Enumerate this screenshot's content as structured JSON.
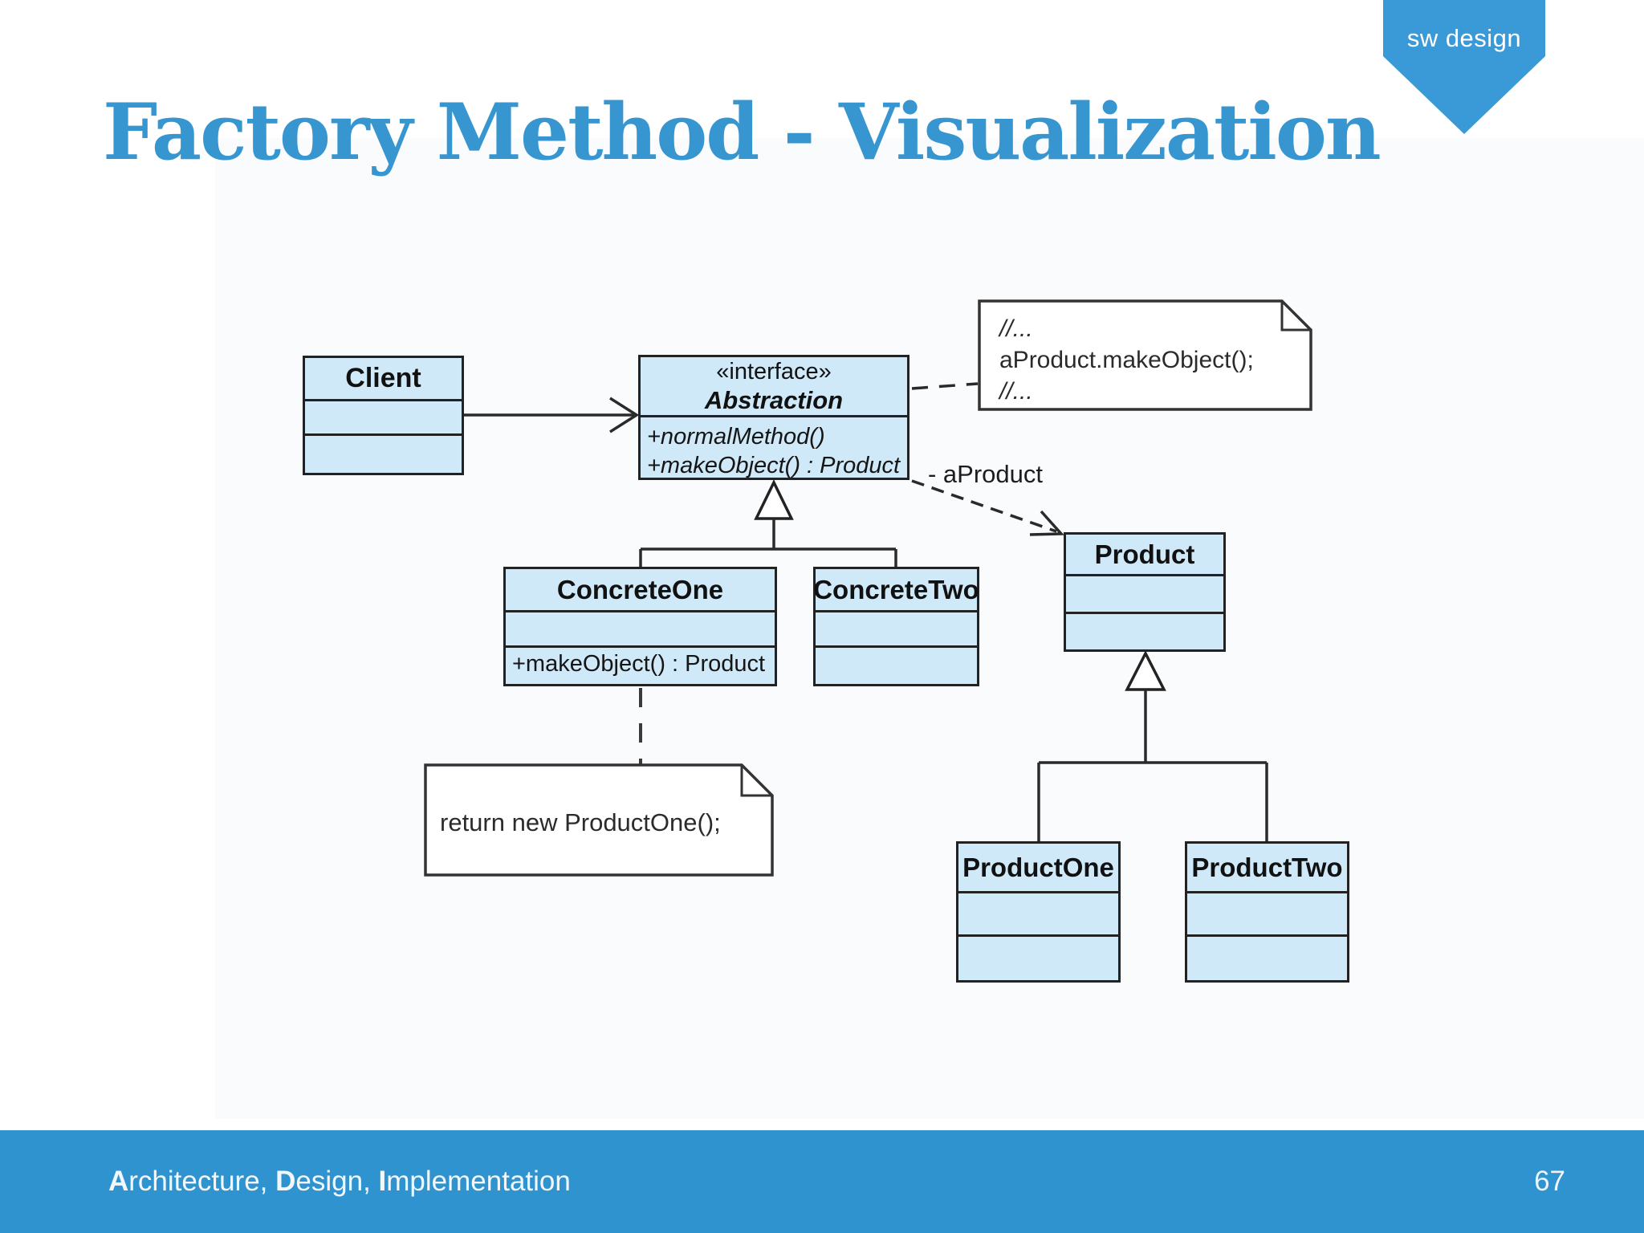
{
  "ribbon": {
    "label": "sw design"
  },
  "title": "Factory Method - Visualization",
  "footer": {
    "segments": [
      {
        "bold": "A",
        "rest": "rchitecture, "
      },
      {
        "bold": "D",
        "rest": "esign, "
      },
      {
        "bold": "I",
        "rest": "mplementation"
      }
    ],
    "page": "67"
  },
  "diagram": {
    "classes": {
      "client": {
        "name": "Client"
      },
      "abstraction": {
        "stereotype": "«interface»",
        "name": "Abstraction",
        "methods": [
          "+normalMethod()",
          "+makeObject() : Product"
        ]
      },
      "concreteOne": {
        "name": "ConcreteOne",
        "methods": [
          "+makeObject() : Product"
        ]
      },
      "concreteTwo": {
        "name": "ConcreteTwo"
      },
      "product": {
        "name": "Product"
      },
      "productOne": {
        "name": "ProductOne"
      },
      "productTwo": {
        "name": "ProductTwo"
      }
    },
    "notes": {
      "callNote": {
        "lines": [
          "//...",
          "aProduct.makeObject();",
          "//..."
        ]
      },
      "returnNote": {
        "lines": [
          "return new ProductOne();"
        ]
      }
    },
    "labels": {
      "aProduct": "- aProduct"
    }
  },
  "colors": {
    "accent_blue": "#3795d0",
    "footer_blue": "#2f93d0",
    "ribbon_blue": "#3a9ad8",
    "box_fill": "#d0e9f9",
    "box_border": "#222222"
  }
}
